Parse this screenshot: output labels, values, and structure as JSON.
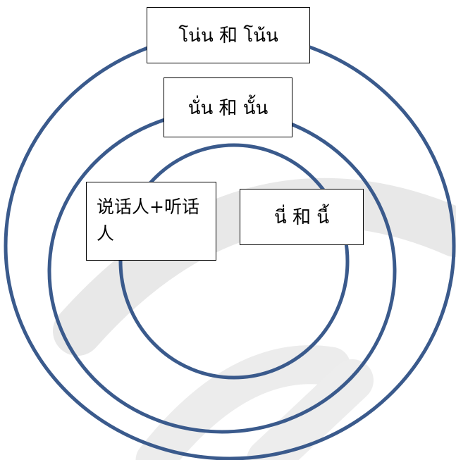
{
  "diagram": {
    "ring_color": "#3a5a8c",
    "watermark_color": "#e6e6e6",
    "outer_ring_label": "โน่น 和 โน้น",
    "middle_ring_label": "นั่น 和 นั้น",
    "inner_speakers_label": "说话人+听话人",
    "inner_ring_label": "นี่ 和 นี้"
  }
}
